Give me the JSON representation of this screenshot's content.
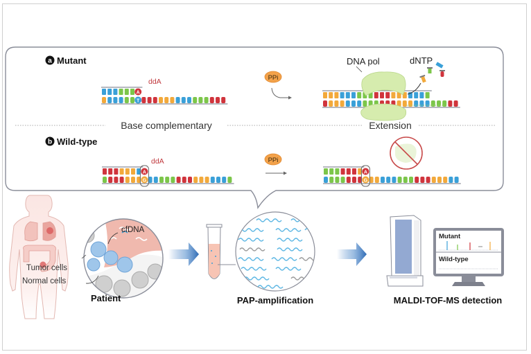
{
  "figure": {
    "panel_a": {
      "badge": "a",
      "title": "Mutant",
      "primer_label": "ddA",
      "pyrophosphate_label": "PPi",
      "step1_label": "Base complementary",
      "enzyme_label": "DNA pol",
      "nucleotide_label": "dNTP",
      "step2_label": "Extension",
      "primer_base": "A",
      "template_base": "T"
    },
    "panel_b": {
      "badge": "b",
      "title": "Wild-type",
      "primer_label": "ddA",
      "pyrophosphate_label": "PPi",
      "primer_base": "A",
      "template_base": "G",
      "blocked_symbol": "no-polymerase-icon"
    },
    "workflow": {
      "patient": {
        "cfdna_label": "cfDNA",
        "tumor_label": "Tumor cells",
        "normal_label": "Normal cells",
        "title": "Patient"
      },
      "amplification": {
        "title": "PAP-amplification"
      },
      "detection": {
        "title": "MALDI-TOF-MS detection",
        "screen_mutant_label": "Mutant",
        "screen_wildtype_label": "Wild-type"
      }
    },
    "colors": {
      "base_blue": "#3aa0d8",
      "base_green": "#7cc64a",
      "base_red": "#d0343c",
      "base_orange": "#f2a93b",
      "ppi_fill": "#f3a24a",
      "polymerase_fill": "#d6ecae",
      "ddA_text": "#c0393e",
      "arrow_blue": "#3a78c0",
      "panel_border": "#8a8d99"
    }
  }
}
